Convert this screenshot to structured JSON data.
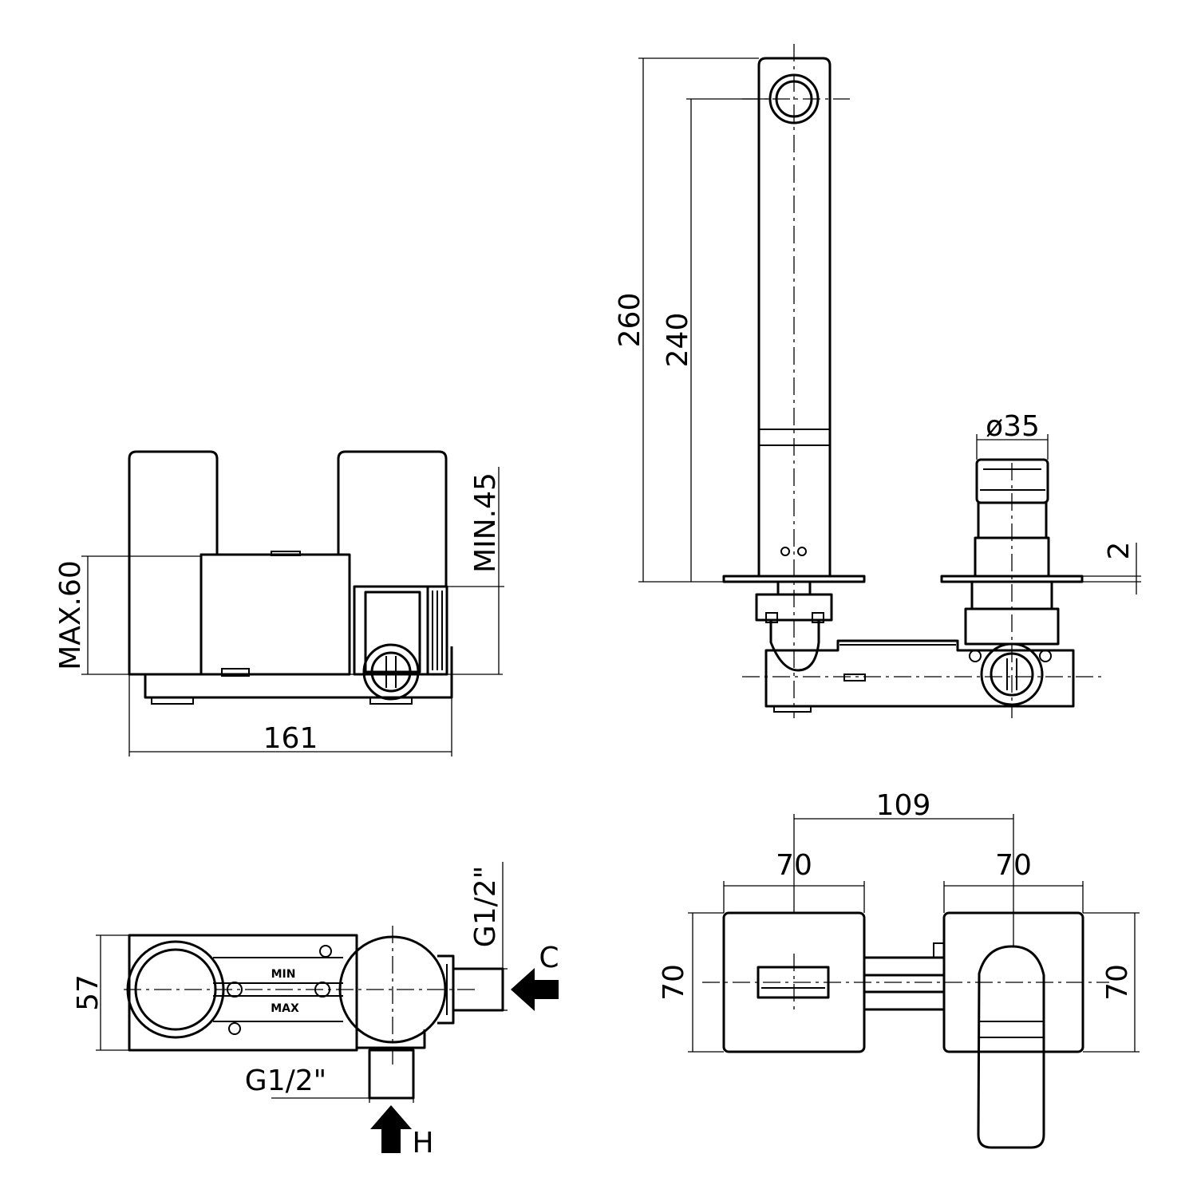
{
  "dimensions": {
    "total_height": "260",
    "spout_height": "240",
    "handle_diameter": "ø35",
    "plate_thickness": "2",
    "min_depth": "MIN.45",
    "max_depth": "MAX.60",
    "body_width": "161",
    "body_depth": "57",
    "inlet_cold_thread": "G1/2\"",
    "inlet_hot_thread": "G1/2\"",
    "center_distance": "109",
    "plate_left_width": "70",
    "plate_right_width": "70",
    "plate_left_height": "70",
    "plate_right_height": "70"
  },
  "labels": {
    "cold": "C",
    "hot": "H",
    "min": "MIN",
    "max": "MAX"
  }
}
